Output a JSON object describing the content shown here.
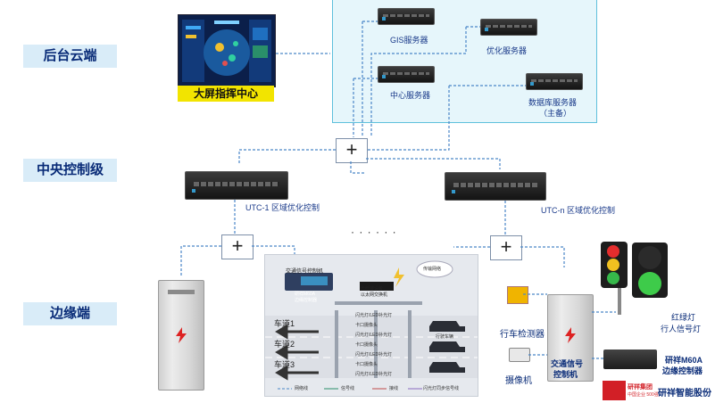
{
  "tiers": {
    "cloud": "后台云端",
    "central": "中央控制级",
    "edge": "边缘端"
  },
  "cloud": {
    "big_screen_label": "大屏指挥中心",
    "servers": {
      "gis": "GIS服务器",
      "optimize": "优化服务器",
      "center": "中心服务器",
      "database_line1": "数据库服务器",
      "database_line2": "（主备）"
    }
  },
  "central": {
    "utc1": "UTC-1 区域优化控制",
    "utcn": "UTC-n 区域优化控制",
    "ellipsis": "· · · · · ·"
  },
  "scene": {
    "controller_title": "交通信号控制机",
    "edge_controller_lines": [
      "研祥M60A",
      "边缘控制器"
    ],
    "switch_lines": [
      "光纤接设备",
      "以太网交换机"
    ],
    "network_cloud": "传输网络",
    "lanes": [
      "车道1",
      "车道2",
      "车道3"
    ],
    "device_rows": [
      "闪光灯/LED补光灯",
      "卡口摄像头",
      "闪光灯/LED补光灯",
      "卡口摄像头",
      "闪光灯/LED补光灯",
      "卡口摄像头",
      "闪光灯/LED补光灯"
    ],
    "vehicle_label": "行驶车辆",
    "legend": [
      "网络线",
      "信号线",
      "接线",
      "闪光灯同步信号线"
    ]
  },
  "edge": {
    "vehicle_detector": "行车检测器",
    "camera": "摄像机",
    "signal_controller_lines": [
      "交通信号",
      "控制机"
    ],
    "light_labels_lines": [
      "红绿灯",
      "行人信号灯"
    ],
    "device_lines": [
      "研祥M60A",
      "边缘控制器"
    ],
    "logo_brand": "研祥集团",
    "logo_badge": "中国企业 500强",
    "logo_company": "研祥智能股份"
  },
  "colors": {
    "tier_bg": "#d9ecf8",
    "tier_text": "#0a2c78",
    "dash": "#4a86c8",
    "cloud_panel_bg": "#e6f6fb",
    "cloud_panel_border": "#5fc0dc"
  }
}
